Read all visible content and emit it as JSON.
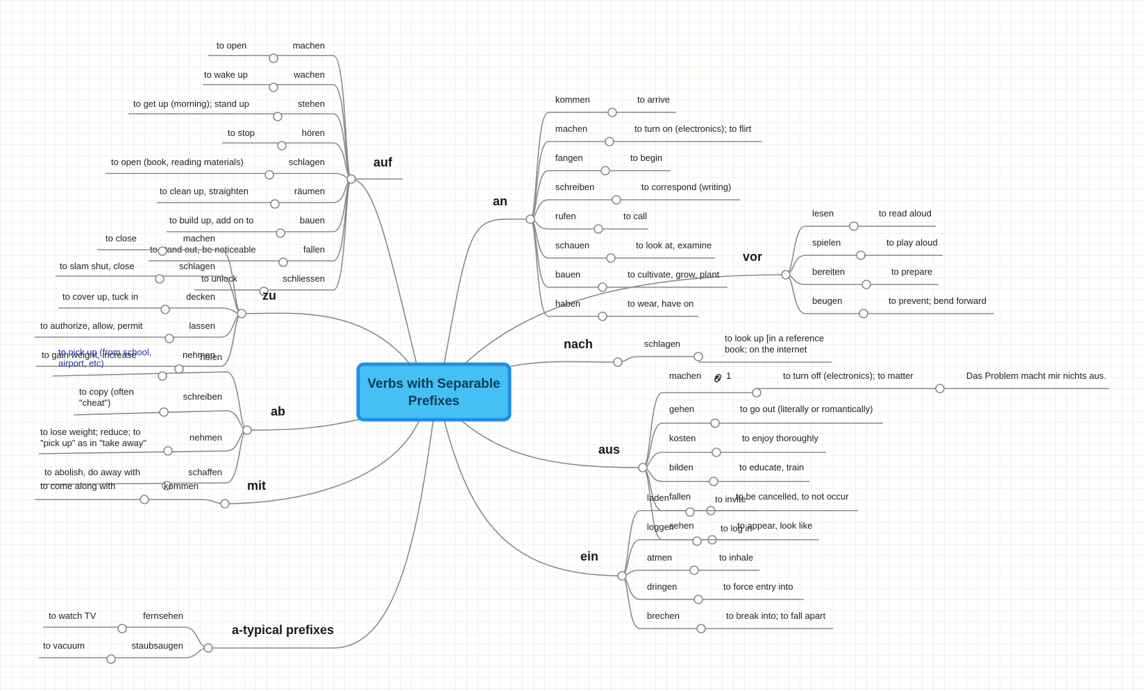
{
  "root": {
    "line1": "Verbs with Separable",
    "line2": "Prefixes"
  },
  "prefixes": {
    "auf": {
      "label": "auf",
      "items": [
        {
          "verb": "machen",
          "meaning": "to open"
        },
        {
          "verb": "wachen",
          "meaning": "to wake up"
        },
        {
          "verb": "stehen",
          "meaning": "to get up (morning); stand up"
        },
        {
          "verb": "hören",
          "meaning": "to stop"
        },
        {
          "verb": "schlagen",
          "meaning": "to open (book, reading materials)"
        },
        {
          "verb": "räumen",
          "meaning": "to clean up, straighten"
        },
        {
          "verb": "bauen",
          "meaning": "to build up, add on to"
        },
        {
          "verb": "fallen",
          "meaning": "to stand out, be noticeable"
        },
        {
          "verb": "schliessen",
          "meaning": "to unlock"
        }
      ]
    },
    "zu": {
      "label": "zu",
      "items": [
        {
          "verb": "machen",
          "meaning": "to close"
        },
        {
          "verb": "schlagen",
          "meaning": "to slam shut, close"
        },
        {
          "verb": "decken",
          "meaning": "to cover up, tuck in"
        },
        {
          "verb": "lassen",
          "meaning": "to authorize, allow, permit"
        },
        {
          "verb": "nehmen",
          "meaning": "to gain weight, increase"
        }
      ]
    },
    "ab": {
      "label": "ab",
      "items": [
        {
          "verb": "holen",
          "meaning1": "to pick up (from school,",
          "meaning2": "airport, etc)"
        },
        {
          "verb": "schreiben",
          "meaning1": "to copy (often",
          "meaning2": "\"cheat\")"
        },
        {
          "verb": "nehmen",
          "meaning1": "to lose weight; reduce; to",
          "meaning2": "\"pick up\" as in \"take away\""
        },
        {
          "verb": "schaffen",
          "meaning1": "to abolish, do away with",
          "meaning2": ""
        }
      ]
    },
    "mit": {
      "label": "mit",
      "items": [
        {
          "verb": "kommen",
          "meaning": "to come along with"
        }
      ]
    },
    "atypical": {
      "label": "a-typical prefixes",
      "items": [
        {
          "verb": "fernsehen",
          "meaning": "to watch TV"
        },
        {
          "verb": "staubsaugen",
          "meaning": "to vacuum"
        }
      ]
    },
    "an": {
      "label": "an",
      "items": [
        {
          "verb": "kommen",
          "meaning": "to arrive"
        },
        {
          "verb": "machen",
          "meaning": "to turn on (electronics); to flirt"
        },
        {
          "verb": "fangen",
          "meaning": "to begin"
        },
        {
          "verb": "schreiben",
          "meaning": "to correspond (writing)"
        },
        {
          "verb": "rufen",
          "meaning": "to call"
        },
        {
          "verb": "schauen",
          "meaning": "to look at, examine"
        },
        {
          "verb": "bauen",
          "meaning": "to cultivate, grow, plant"
        },
        {
          "verb": "haben",
          "meaning": "to wear, have on"
        }
      ]
    },
    "vor": {
      "label": "vor",
      "items": [
        {
          "verb": "lesen",
          "meaning": "to read aloud"
        },
        {
          "verb": "spielen",
          "meaning": "to play aloud"
        },
        {
          "verb": "bereiten",
          "meaning": "to prepare"
        },
        {
          "verb": "beugen",
          "meaning": "to prevent; bend forward"
        }
      ]
    },
    "nach": {
      "label": "nach",
      "items": [
        {
          "verb": "schlagen",
          "meaning1": "to look up [in a reference",
          "meaning2": "book; on the internet"
        }
      ]
    },
    "aus": {
      "label": "aus",
      "items": [
        {
          "verb": "machen",
          "meaning": "to turn off (electronics); to matter",
          "badge": "1",
          "example": "Das Problem macht mir nichts aus."
        },
        {
          "verb": "gehen",
          "meaning": "to go out (literally or romantically)"
        },
        {
          "verb": "kosten",
          "meaning": "to enjoy thoroughly"
        },
        {
          "verb": "bilden",
          "meaning": "to educate, train"
        },
        {
          "verb": "fallen",
          "meaning": "to be cancelled, to not occur"
        },
        {
          "verb": "sehen",
          "meaning": "to appear, look like"
        }
      ]
    },
    "ein": {
      "label": "ein",
      "items": [
        {
          "verb": "laden",
          "meaning": "to invite"
        },
        {
          "verb": "loggen",
          "meaning": "to log in"
        },
        {
          "verb": "atmen",
          "meaning": "to inhale"
        },
        {
          "verb": "dringen",
          "meaning": "to force entry into"
        },
        {
          "verb": "brechen",
          "meaning": "to break into; to fall apart"
        }
      ]
    }
  }
}
